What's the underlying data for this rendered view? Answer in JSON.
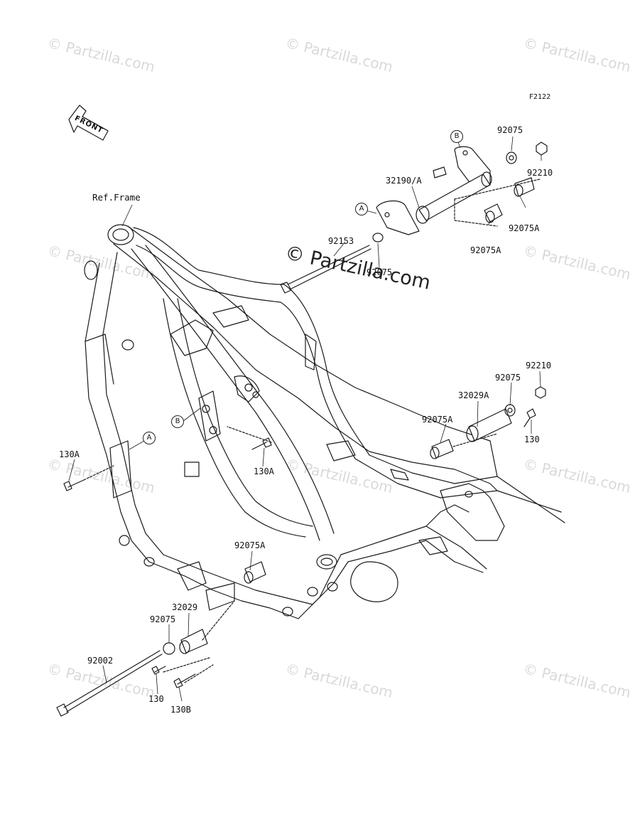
{
  "diagram": {
    "code": "F2122",
    "front_label": "FRONT",
    "ref_label": "Ref.Frame",
    "watermark": "© Partzilla.com",
    "watermark_small": "© Partzilla.com",
    "callouts": {
      "a_upper": "A",
      "b_upper": "B",
      "a_frame": "A",
      "b_frame": "B"
    },
    "parts": {
      "p92075_top": "92075",
      "p92210_top": "92210",
      "p32190a": "32190/A",
      "p92075a_r1": "92075A",
      "p92075a_r2": "92075A",
      "p92153": "92153",
      "p92075_mid": "92075",
      "p92210_right": "92210",
      "p92075_right": "92075",
      "p32029a": "32029A",
      "p92075a_right": "92075A",
      "p130_right": "130",
      "p130a_left": "130A",
      "p130a_center": "130A",
      "p92075a_bottom": "92075A",
      "p32029": "32029",
      "p92075_bottom": "92075",
      "p92002": "92002",
      "p130_bottom": "130",
      "p130b": "130B"
    }
  }
}
